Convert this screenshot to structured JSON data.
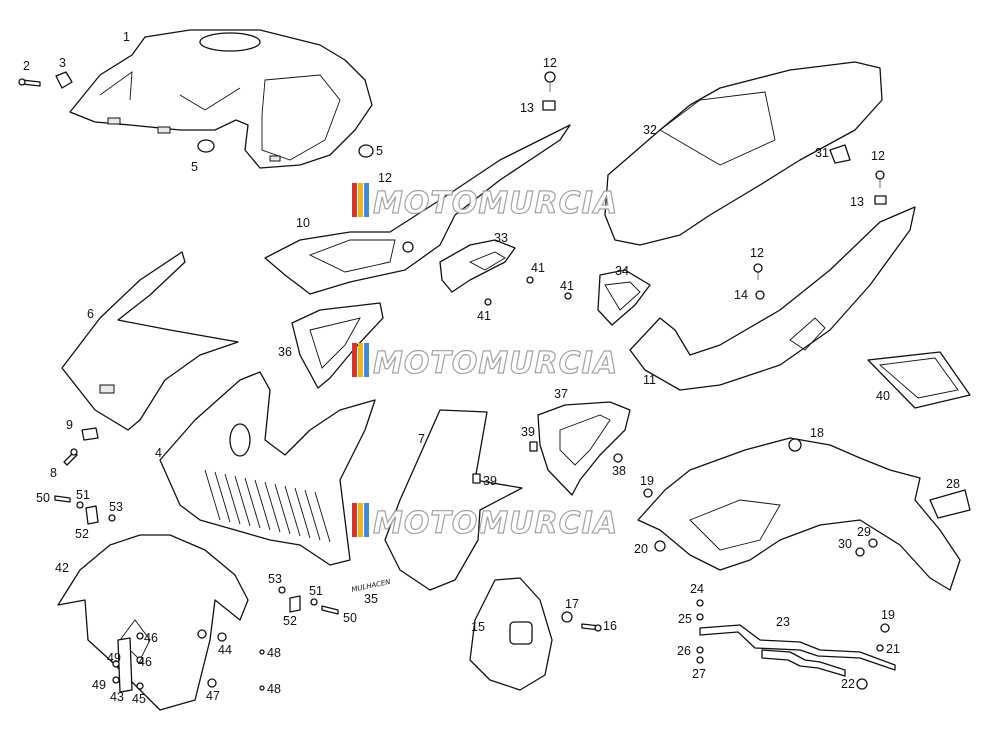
{
  "diagram": {
    "labels": [
      "1",
      "2",
      "3",
      "4",
      "5",
      "6",
      "7",
      "8",
      "9",
      "10",
      "11",
      "12",
      "13",
      "14",
      "15",
      "16",
      "17",
      "18",
      "19",
      "20",
      "21",
      "22",
      "23",
      "24",
      "25",
      "26",
      "27",
      "28",
      "29",
      "30",
      "31",
      "32",
      "33",
      "34",
      "35",
      "36",
      "37",
      "38",
      "39",
      "40",
      "41",
      "42",
      "43",
      "44",
      "45",
      "46",
      "47",
      "48",
      "49",
      "50",
      "51",
      "52",
      "53"
    ],
    "brand_decal": "MULHACEN",
    "watermark": "MOTOMURCIA",
    "colors": {
      "line": "#111111",
      "watermark_stripes": [
        "#d9342b",
        "#f2b21c",
        "#3a8dd6"
      ]
    }
  }
}
